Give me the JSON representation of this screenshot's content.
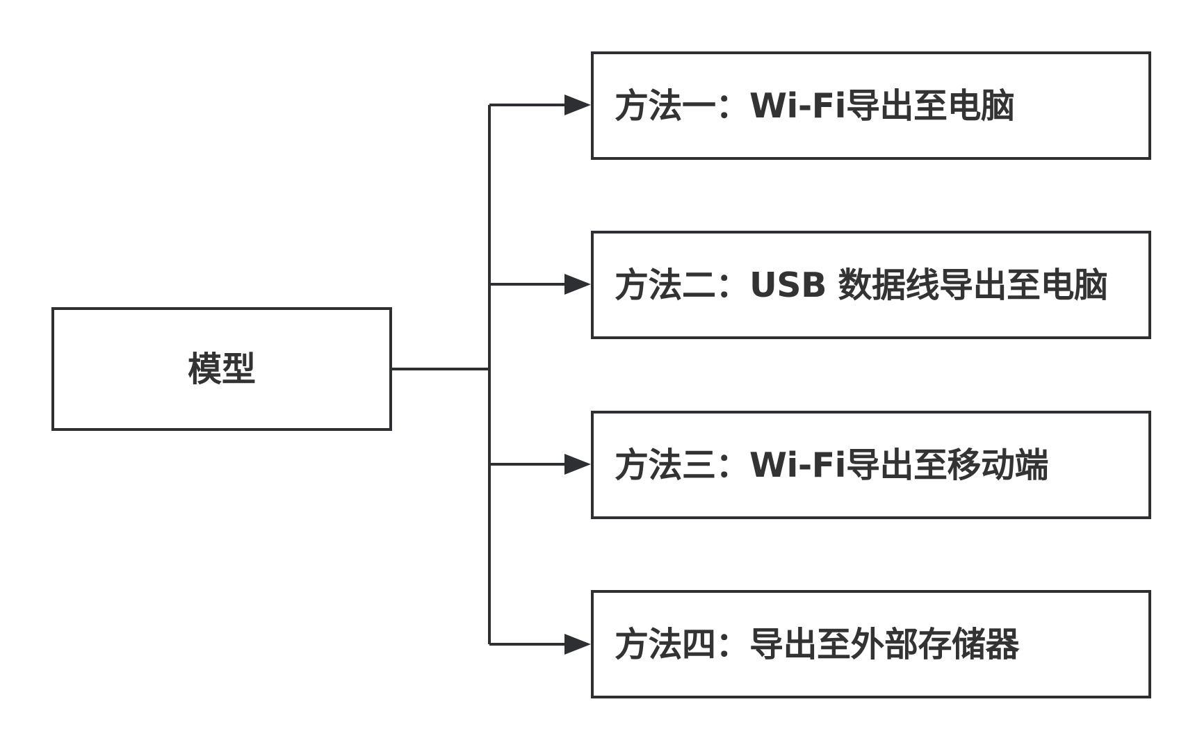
{
  "diagram": {
    "root": {
      "label": "模型"
    },
    "methods": [
      {
        "label": "方法一：Wi-Fi导出至电脑"
      },
      {
        "label": "方法二：USB 数据线导出至电脑"
      },
      {
        "label": "方法三：Wi-Fi导出至移动端"
      },
      {
        "label": "方法四：导出至外部存储器"
      }
    ],
    "colors": {
      "stroke": "#2d2f33",
      "text": "#333333",
      "background": "#ffffff"
    }
  }
}
